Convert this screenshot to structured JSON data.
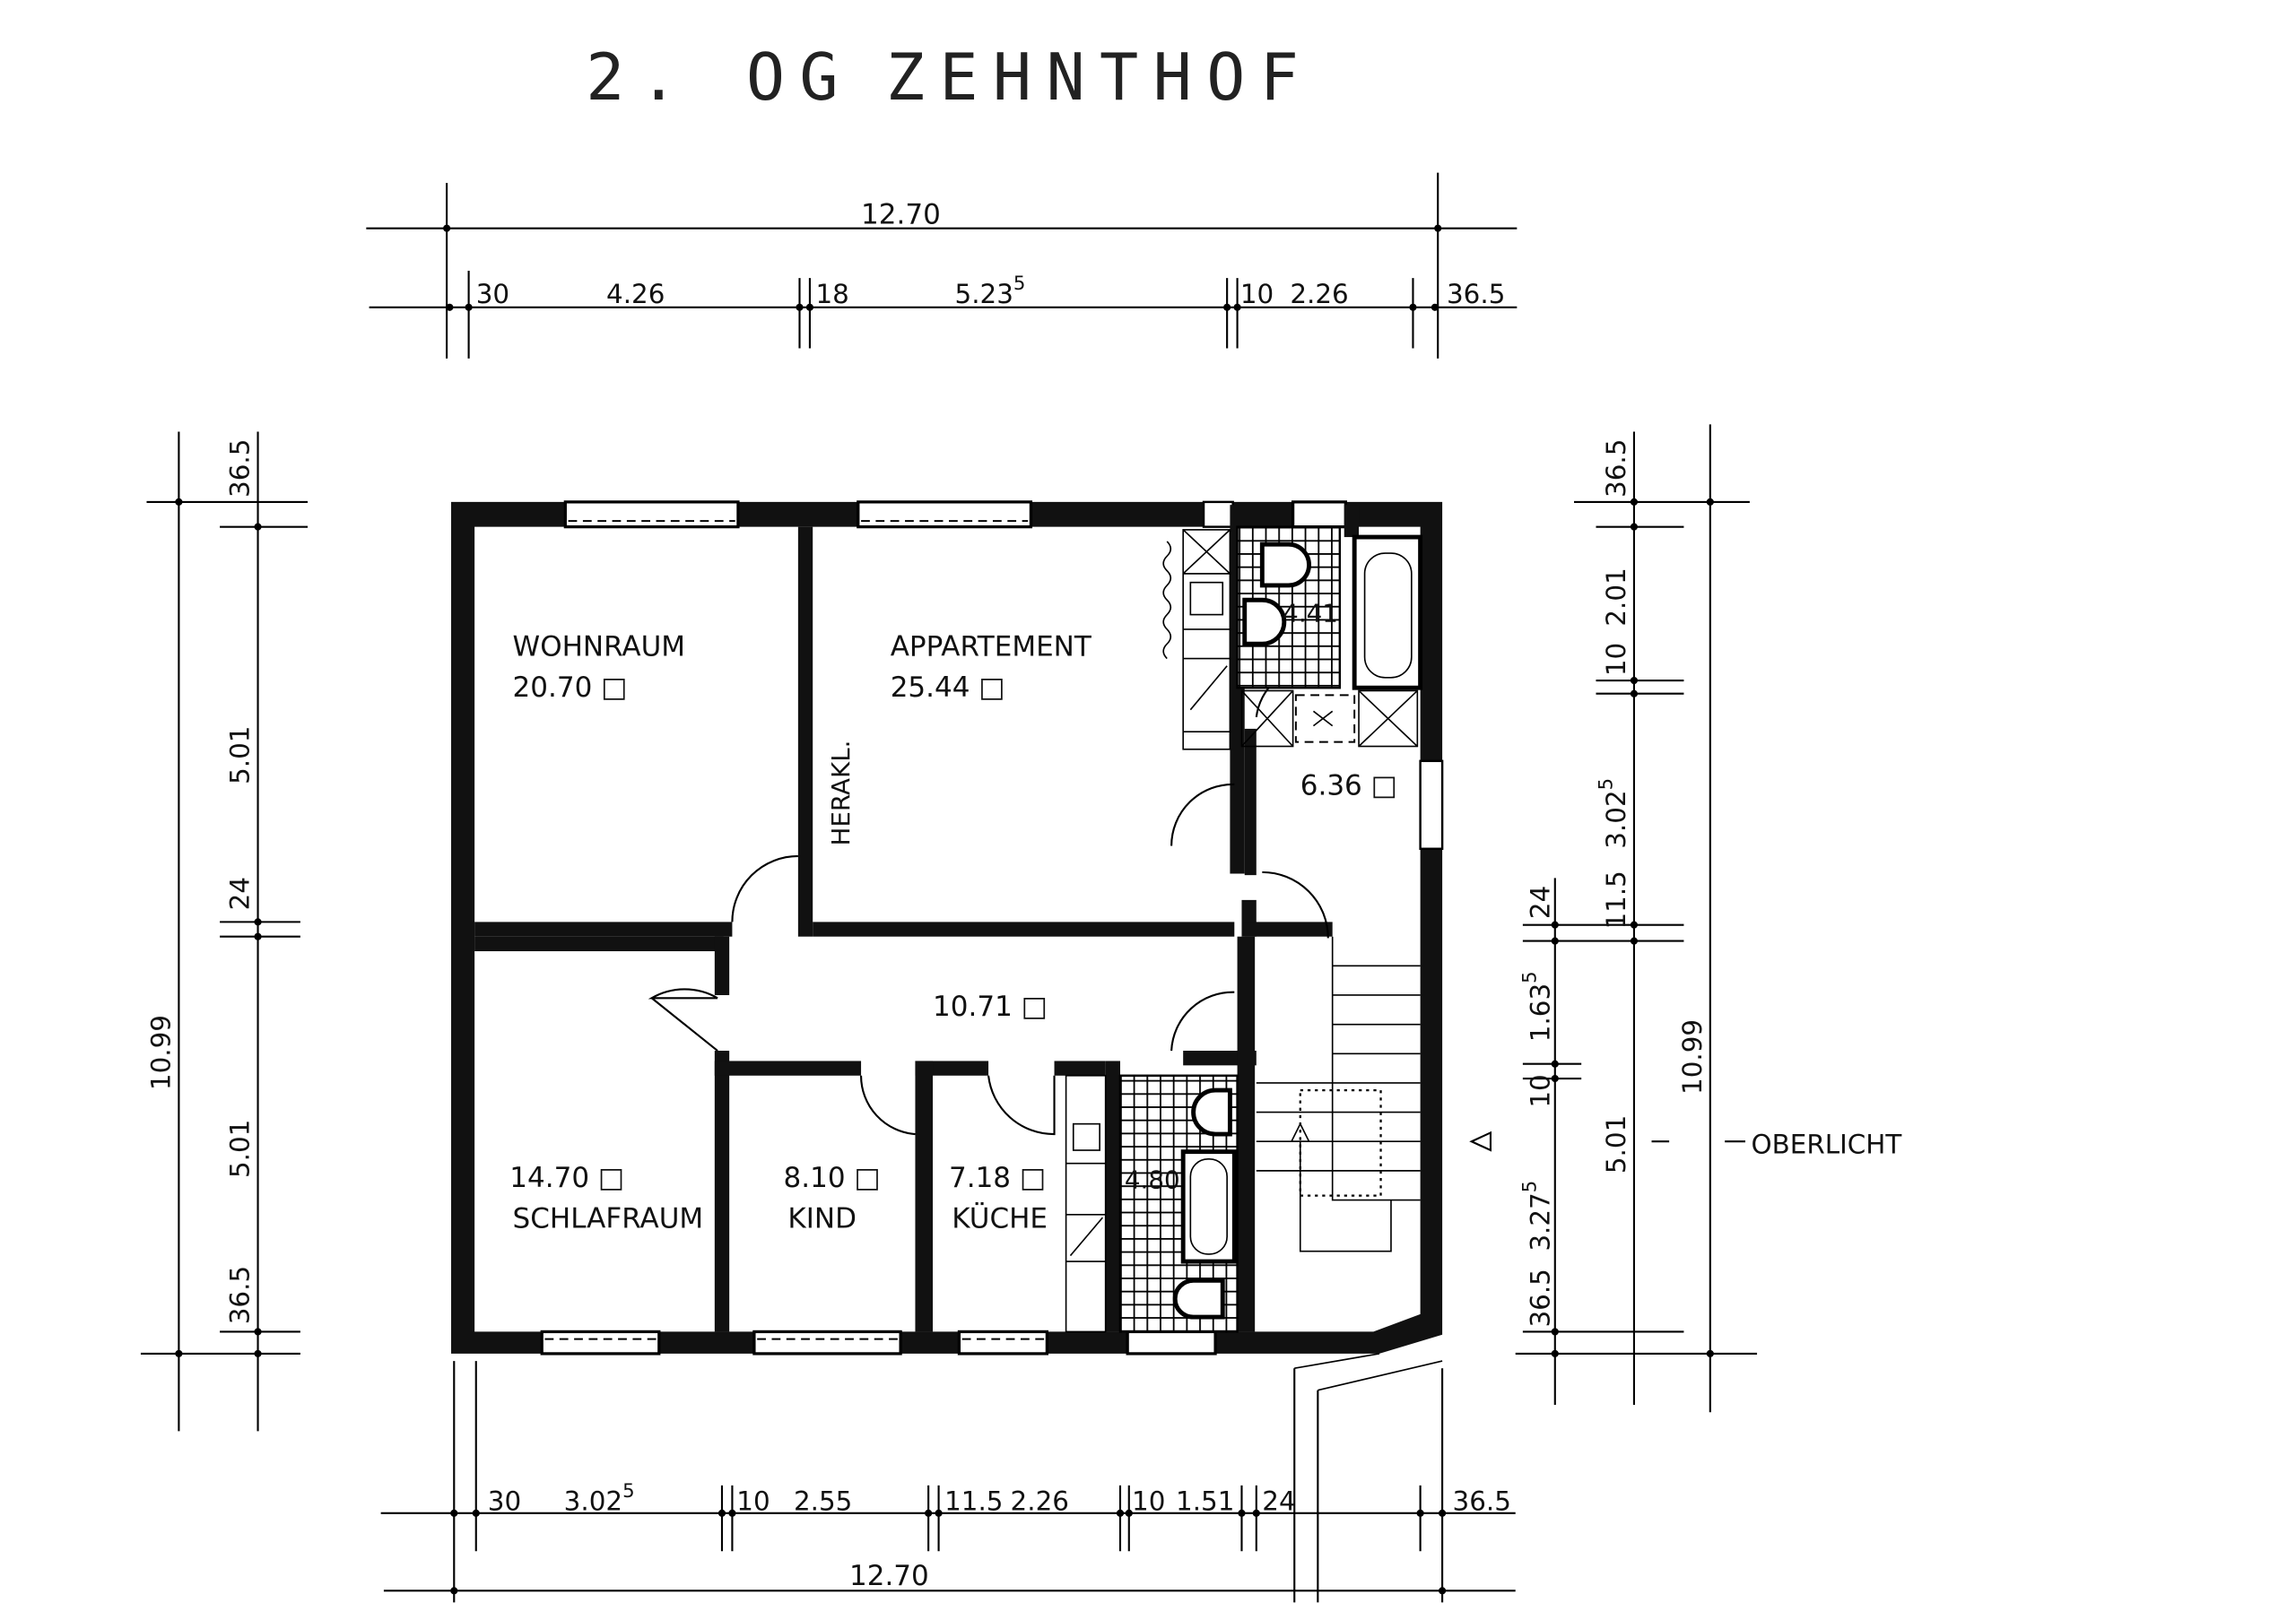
{
  "title": {
    "main": "2. OG",
    "name": "ZEHNTHOF"
  },
  "rooms": {
    "wohnraum": {
      "name": "WOHNRAUM",
      "area": "20.70"
    },
    "appartement": {
      "name": "APPARTEMENT",
      "area": "25.44"
    },
    "heizkoerper": "HERAKL.",
    "bad_oben": {
      "area": "4.41"
    },
    "vorraum": {
      "area": "6.36"
    },
    "flur": {
      "area": "10.71"
    },
    "schlafraum": {
      "name": "SCHLAFRAUM",
      "area": "14.70"
    },
    "kind": {
      "name": "KIND",
      "area": "8.10"
    },
    "kueche": {
      "name": "KÜCHE",
      "area": "7.18"
    },
    "bad_unten": {
      "area": "4.80"
    },
    "area_unit_symbol": "□"
  },
  "dimensions": {
    "top_total": "12.70",
    "top": [
      {
        "v": "30"
      },
      {
        "v": "4.26"
      },
      {
        "v": "18"
      },
      {
        "v": "5.23",
        "sup": "5"
      },
      {
        "v": "10"
      },
      {
        "v": "2.26"
      },
      {
        "v": "36.5"
      }
    ],
    "left_total": "10.99",
    "left": [
      {
        "v": "36.5"
      },
      {
        "v": "5.01"
      },
      {
        "v": "24"
      },
      {
        "v": "5.01"
      },
      {
        "v": "36.5"
      }
    ],
    "right_inner": [
      {
        "v": "36.5"
      },
      {
        "v": "2.01"
      },
      {
        "v": "10"
      },
      {
        "v": "3.02",
        "sup": "5"
      },
      {
        "v": "11.5"
      },
      {
        "v": "5.01"
      }
    ],
    "right_outer": [
      {
        "v": "24"
      },
      {
        "v": "1.63",
        "sup": "5"
      },
      {
        "v": "10"
      },
      {
        "v": "3.27",
        "sup": "5"
      },
      {
        "v": "36.5"
      }
    ],
    "right_total": "10.99",
    "bottom": [
      {
        "v": "30"
      },
      {
        "v": "3.02",
        "sup": "5"
      },
      {
        "v": "10"
      },
      {
        "v": "2.55"
      },
      {
        "v": "11.5"
      },
      {
        "v": "2.26"
      },
      {
        "v": "10"
      },
      {
        "v": "1.51"
      },
      {
        "v": "24"
      },
      {
        "v": "36.5"
      }
    ],
    "bottom_total": "12.70"
  },
  "annotations": {
    "oberlicht": "OBERLICHT"
  }
}
